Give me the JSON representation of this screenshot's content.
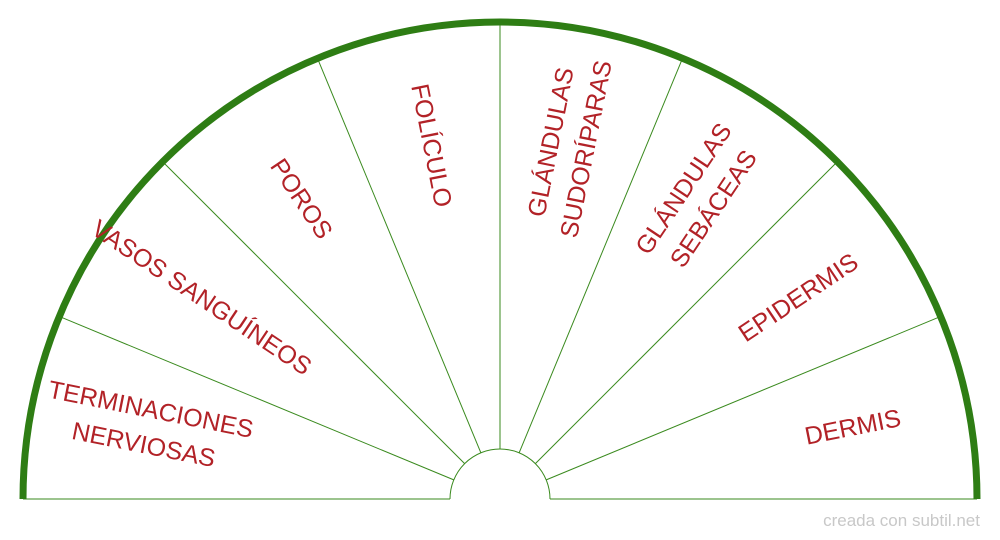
{
  "diagram": {
    "sectors": [
      {
        "lines": [
          "TERMINACIONES",
          "NERVIOSAS"
        ]
      },
      {
        "lines": [
          "VASOS SANGUÍNEOS"
        ]
      },
      {
        "lines": [
          "POROS"
        ]
      },
      {
        "lines": [
          "FOLÍCULO"
        ]
      },
      {
        "lines": [
          "GLÁNDULAS",
          "SUDORÍPARAS"
        ]
      },
      {
        "lines": [
          "GLÁNDULAS",
          "SEBÁCEAS"
        ]
      },
      {
        "lines": [
          "EPIDERMIS"
        ]
      },
      {
        "lines": [
          "DERMIS"
        ]
      }
    ]
  },
  "footer": {
    "credit": "creada con subtil.net"
  },
  "colors": {
    "outer_arc": "#2e7d14",
    "divider": "#3a8a1e",
    "label": "#b22227",
    "credit": "#c8c8c8"
  }
}
